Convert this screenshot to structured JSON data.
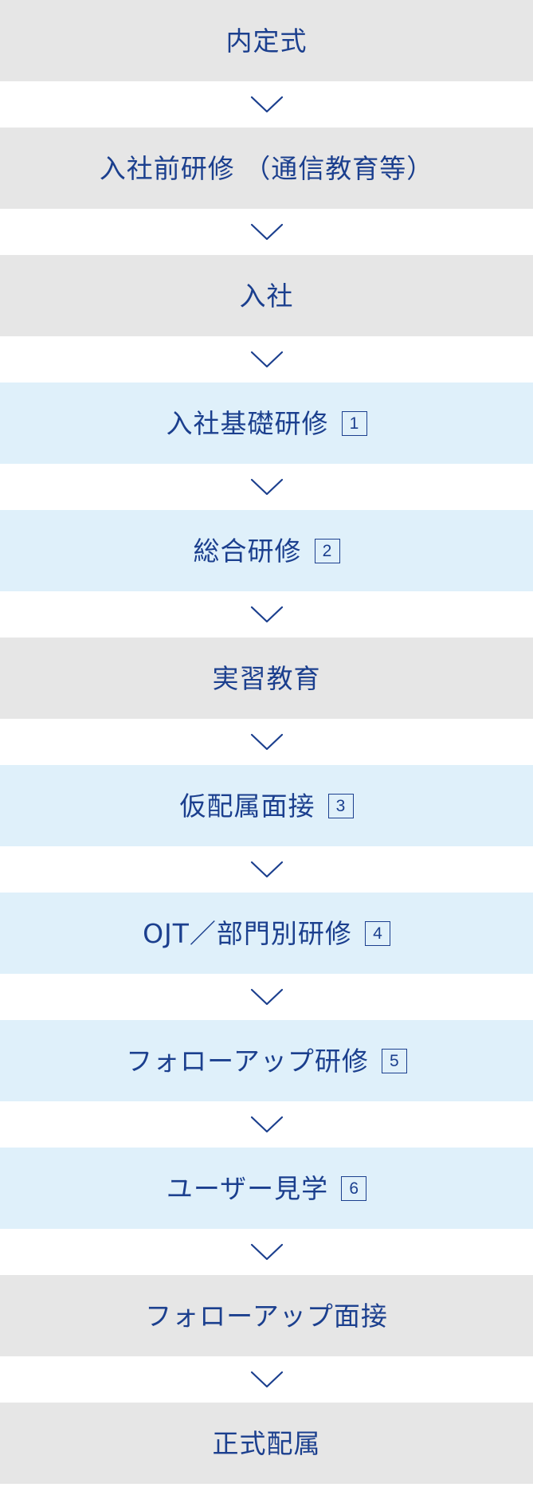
{
  "steps": [
    {
      "label": "内定式",
      "badge": null,
      "style": "gray"
    },
    {
      "label": "入社前研修 （通信教育等）",
      "badge": null,
      "style": "gray"
    },
    {
      "label": "入社",
      "badge": null,
      "style": "gray"
    },
    {
      "label": "入社基礎研修",
      "badge": "1",
      "style": "blue"
    },
    {
      "label": "総合研修",
      "badge": "2",
      "style": "blue"
    },
    {
      "label": "実習教育",
      "badge": null,
      "style": "gray"
    },
    {
      "label": "仮配属面接",
      "badge": "3",
      "style": "blue"
    },
    {
      "label": "OJT／部門別研修",
      "badge": "4",
      "style": "blue"
    },
    {
      "label": "フォローアップ研修",
      "badge": "5",
      "style": "blue"
    },
    {
      "label": "ユーザー見学",
      "badge": "6",
      "style": "blue"
    },
    {
      "label": "フォローアップ面接",
      "badge": null,
      "style": "gray"
    },
    {
      "label": "正式配属",
      "badge": null,
      "style": "gray"
    }
  ],
  "connector_icon": "chevron-down-icon",
  "colors": {
    "text": "#1b3f8e",
    "gray_box": "#e6e6e6",
    "blue_box": "#dff0fa",
    "background": "#ffffff"
  }
}
